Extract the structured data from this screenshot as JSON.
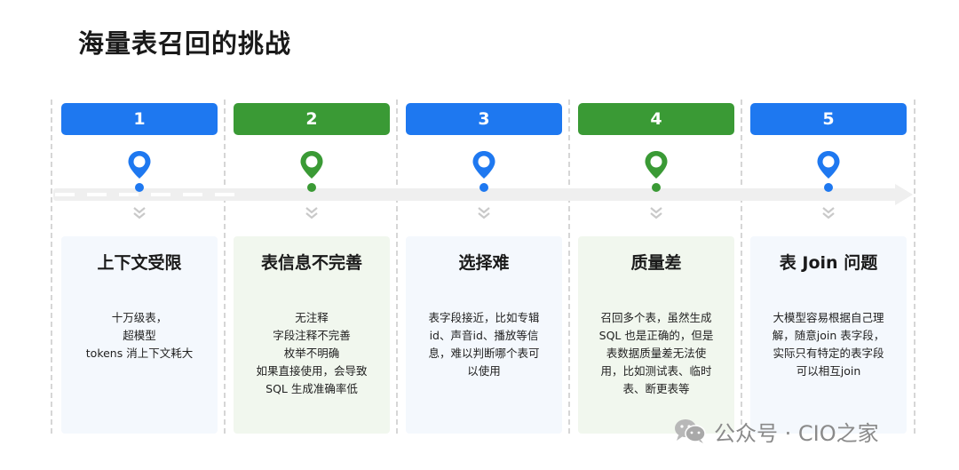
{
  "title": "海量表召回的挑战",
  "colors": {
    "blue": "#1e78f0",
    "green": "#3a9a35",
    "blue_card": "#f4f8fd",
    "green_card": "#f1f7ee",
    "timeline": "#efefef"
  },
  "steps": [
    {
      "number": "1",
      "color": "blue",
      "title": "上下文受限",
      "lines": [
        "十万级表，",
        "超模型",
        "tokens 消上下文耗大"
      ]
    },
    {
      "number": "2",
      "color": "green",
      "title": "表信息不完善",
      "lines": [
        "无注释",
        "字段注释不完善",
        "枚举不明确",
        "如果直接使用，会导致",
        "SQL 生成准确率低"
      ]
    },
    {
      "number": "3",
      "color": "blue",
      "title": "选择难",
      "lines": [
        "表字段接近，比如专辑",
        "id、声音id、播放等信",
        "息，难以判断哪个表可",
        "以使用"
      ]
    },
    {
      "number": "4",
      "color": "green",
      "title": "质量差",
      "lines": [
        "召回多个表，虽然生成",
        "SQL 也是正确的，但是",
        "表数据质量差无法使",
        "用，比如测试表、临时",
        "表、断更表等"
      ]
    },
    {
      "number": "5",
      "color": "blue",
      "title": "表 Join 问题",
      "lines": [
        "大模型容易根据自己理",
        "解，随意join 表字段，",
        "实际只有特定的表字段",
        "可以相互join"
      ]
    }
  ],
  "watermark": {
    "text": "公众号 · CIO之家",
    "icon": "wechat-icon"
  }
}
